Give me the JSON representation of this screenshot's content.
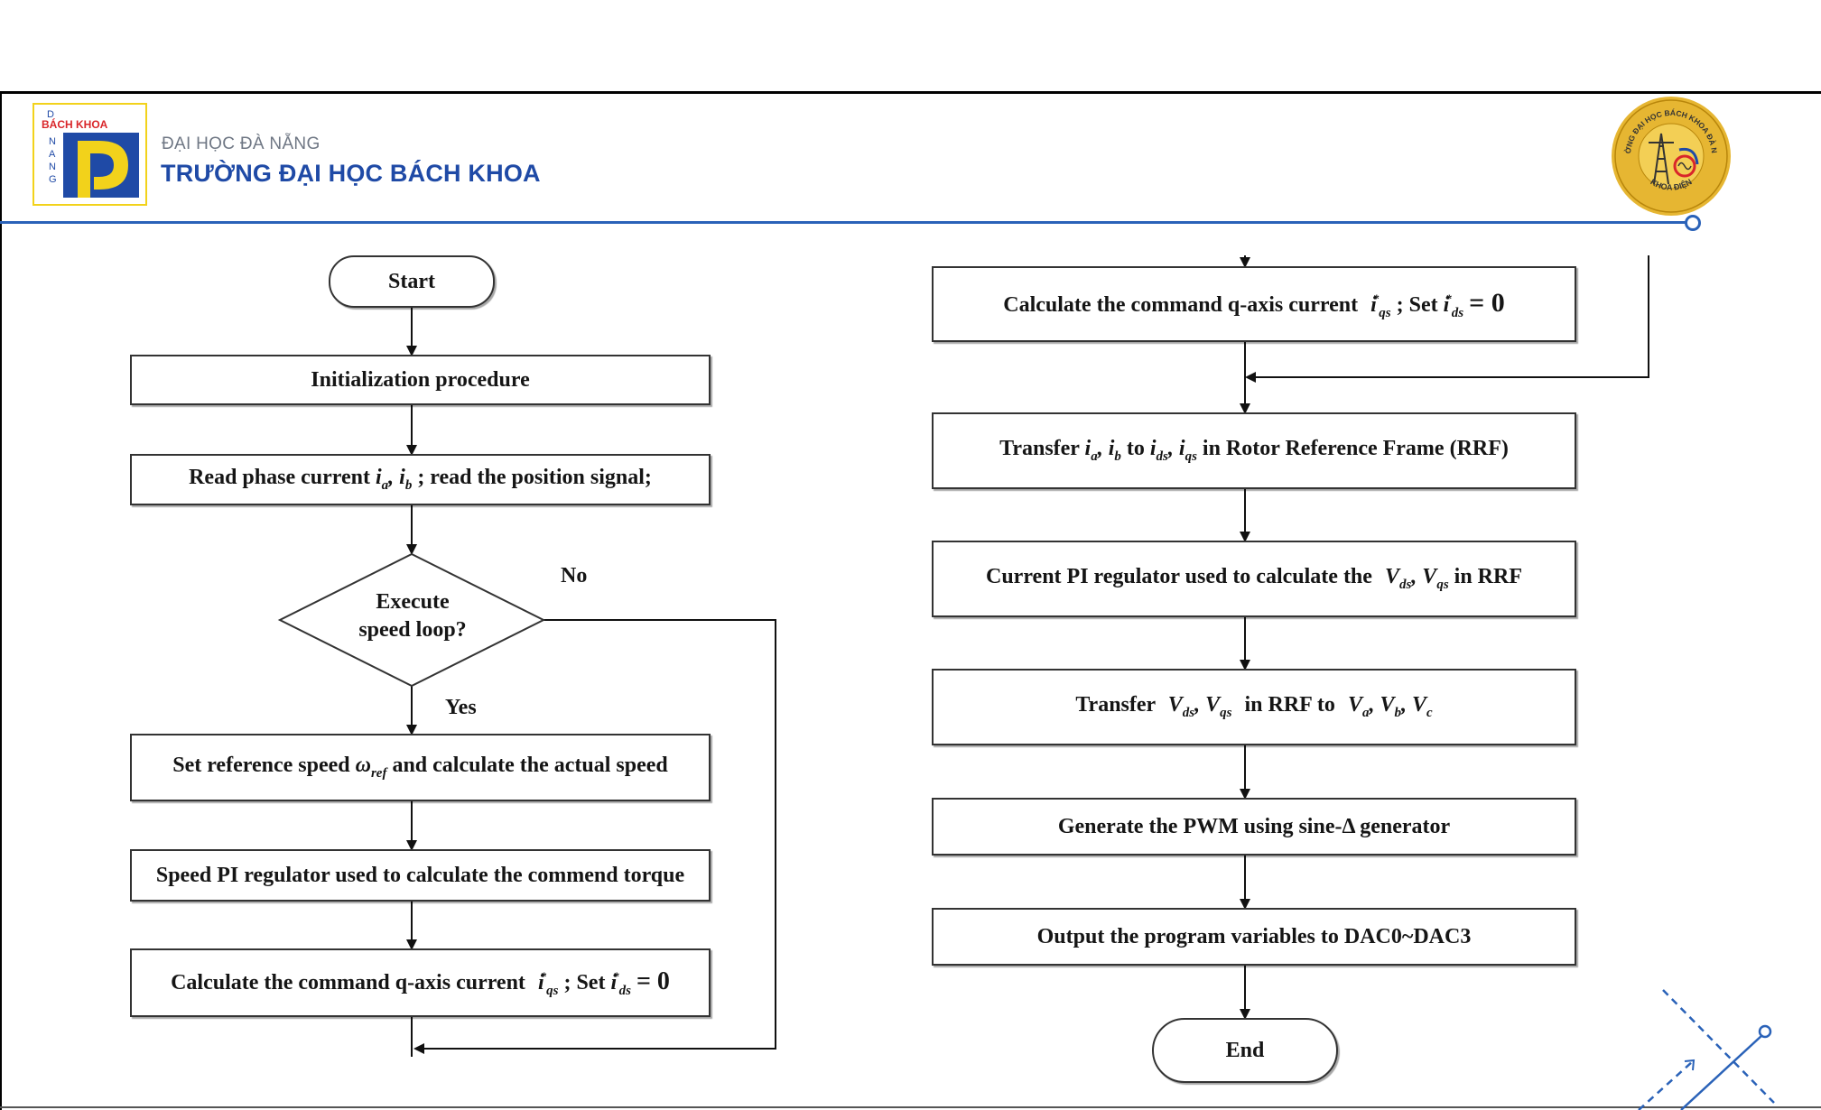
{
  "header": {
    "logo_text": "BÁCH KHOA",
    "logo_letters": [
      "D",
      "N",
      "A",
      "N",
      "G"
    ],
    "university_small": "ĐẠI HỌC ĐÀ NẴNG",
    "university_big": "TRƯỜNG ĐẠI HỌC BÁCH KHOA",
    "seal_text": "TRƯỜNG ĐẠI HỌC BÁCH KHOA ĐÀ NẴNG",
    "seal_bottom_text": "KHOA ĐIỆN"
  },
  "colors": {
    "brand_blue": "#1f4aa6",
    "rule_blue": "#2a62b8",
    "logo_yellow": "#f2d21b",
    "seal_gold": "#e6b632"
  },
  "flowchart_left": {
    "start": "Start",
    "init": "Initialization procedure",
    "read_phase_prefix": "Read phase current",
    "read_phase_suffix": "; read the position signal;",
    "decision_line1": "Execute",
    "decision_line2": "speed loop?",
    "no_label": "No",
    "yes_label": "Yes",
    "set_ref_prefix": "Set reference speed",
    "set_ref_suffix": "and calculate the actual speed",
    "speed_pi": "Speed PI regulator used to calculate the commend torque",
    "calc_cmd_prefix": "Calculate the command q-axis current",
    "calc_cmd_mid": "; Set",
    "calc_cmd_suffix": "= 0"
  },
  "flowchart_right": {
    "calc_cmd_prefix": "Calculate the command q-axis current",
    "calc_cmd_mid": "; Set",
    "calc_cmd_suffix": "= 0",
    "transfer1_prefix": "Transfer",
    "transfer1_mid": "to",
    "transfer1_suffix": "in Rotor Reference Frame (RRF)",
    "current_pi_prefix": "Current PI regulator used to calculate the",
    "current_pi_suffix": "in RRF",
    "transfer2_prefix": "Transfer",
    "transfer2_mid": "in RRF to",
    "pwm": "Generate the PWM using sine-Δ generator",
    "output": "Output the program variables to DAC0~DAC3",
    "end": "End"
  }
}
